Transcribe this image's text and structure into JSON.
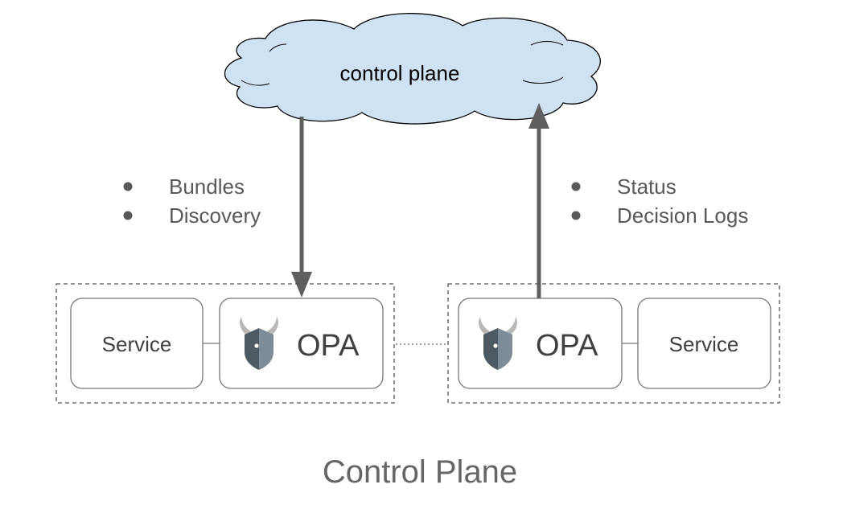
{
  "cloud": {
    "label": "control plane"
  },
  "downlink": {
    "items": [
      "Bundles",
      "Discovery"
    ]
  },
  "uplink": {
    "items": [
      "Status",
      "Decision Logs"
    ]
  },
  "left_host": {
    "service_label": "Service",
    "opa_label": "OPA"
  },
  "right_host": {
    "service_label": "Service",
    "opa_label": "OPA"
  },
  "caption": "Control Plane",
  "colors": {
    "cloud_fill": "#cfe2f3",
    "arrow": "#5f5f5f",
    "box_stroke": "#777777",
    "text": "#404040",
    "bullet_text": "#595959",
    "caption_text": "#666666",
    "logo_dark": "#4d5a63",
    "logo_light": "#7d8c96",
    "horn": "#b8b8b8"
  }
}
